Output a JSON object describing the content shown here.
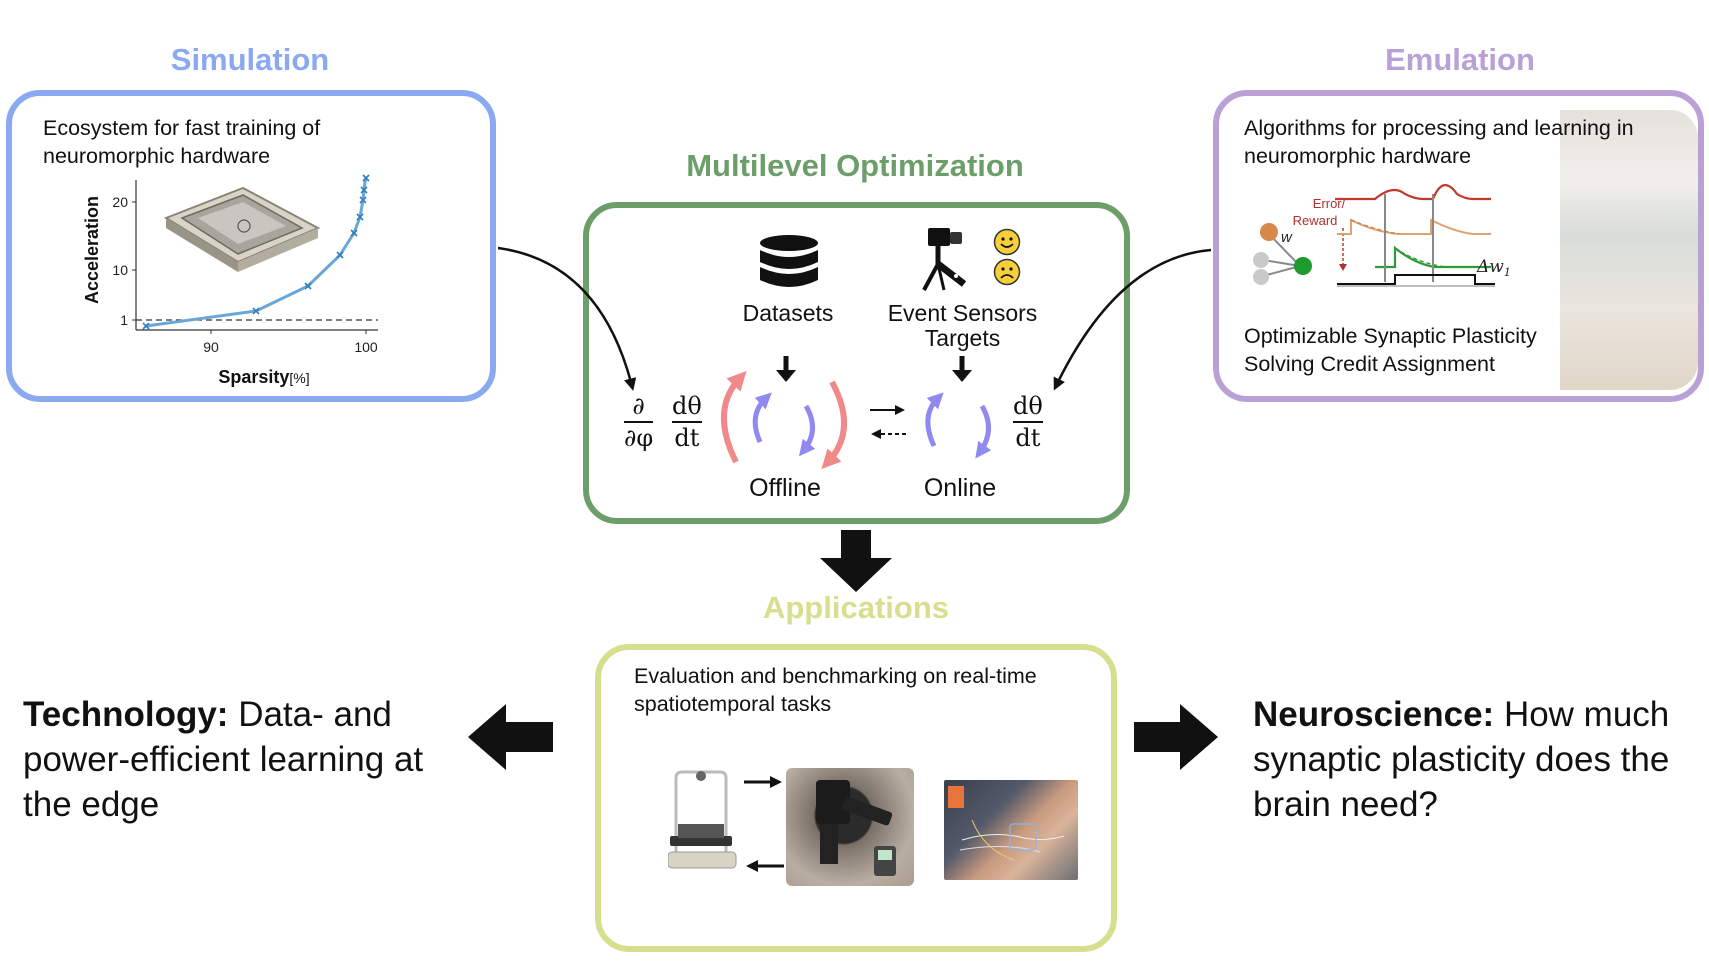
{
  "simulation": {
    "title": "Simulation",
    "description": "Ecosystem for fast training of neuromorphic hardware",
    "plot": {
      "ylabel": "Acceleration",
      "xlabel": "Sparsity",
      "xunit": "[%]",
      "yticks": [
        "1",
        "10",
        "20"
      ],
      "xticks": [
        "90",
        "100"
      ]
    }
  },
  "emulation": {
    "title": "Emulation",
    "description": "Algorithms for processing and learning in neuromorphic hardware",
    "error_label": "Error/",
    "reward_label": "Reward",
    "weight_symbol": "w",
    "delta_w_symbol": "Δw",
    "delta_w_subscript": "1",
    "caption_line1": "Optimizable Synaptic Plasticity",
    "caption_line2": "Solving Credit Assignment"
  },
  "multilevel": {
    "title": "Multilevel Optimization",
    "datasets_label": "Datasets",
    "event_sensors_label": "Event Sensors",
    "targets_label": "Targets",
    "offline_label": "Offline",
    "online_label": "Online",
    "math": {
      "partial": "∂",
      "partial_phi": "∂φ",
      "dtheta": "dθ",
      "dt": "dt"
    }
  },
  "applications": {
    "title": "Applications",
    "description": "Evaluation and benchmarking on real-time spatiotemporal tasks"
  },
  "technology": {
    "bold": "Technology:",
    "text": " Data- and power-efficient learning at the edge"
  },
  "neuroscience": {
    "bold": "Neuroscience:",
    "text": " How much synaptic plasticity does the brain need?"
  },
  "colors": {
    "simulation": "#8aa9f0",
    "emulation": "#b9a1d6",
    "multilevel": "#6c9e6a",
    "applications": "#d6df8e",
    "loop_red": "#f08a8a",
    "loop_blue": "#8e8af0",
    "curve_blue": "#6ba7d6"
  }
}
